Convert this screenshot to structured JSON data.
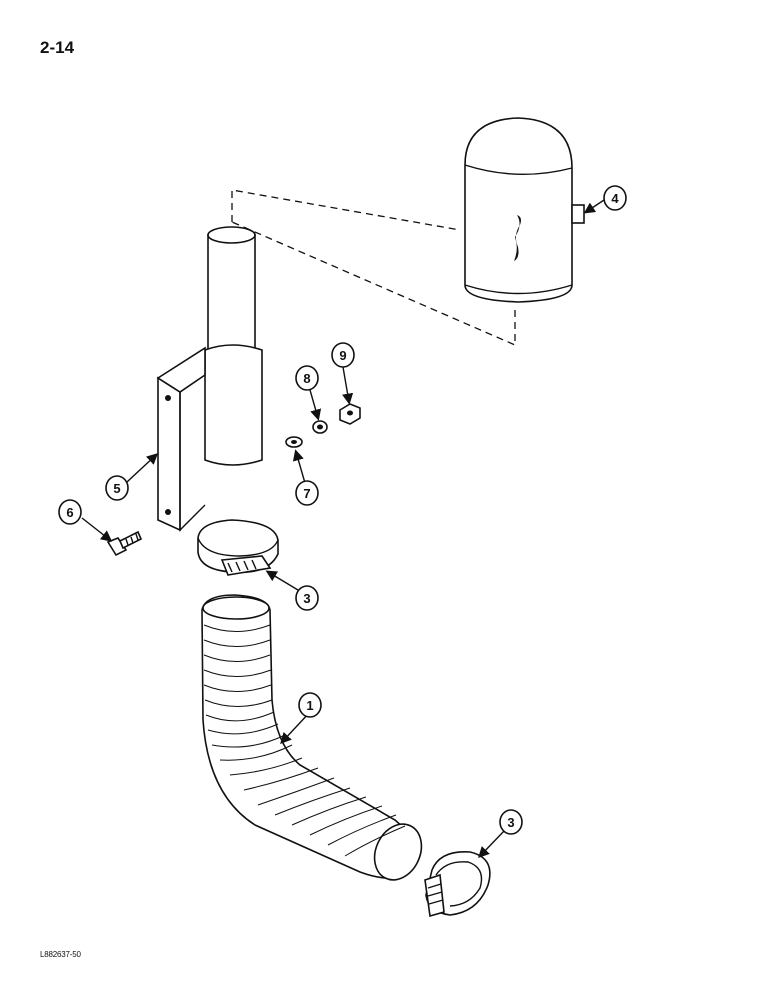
{
  "page": {
    "number": "2-14",
    "drawing_code": "L882637-50"
  },
  "callouts": [
    {
      "id": "callout-1",
      "label": "1"
    },
    {
      "id": "callout-3a",
      "label": "3"
    },
    {
      "id": "callout-3b",
      "label": "3"
    },
    {
      "id": "callout-4",
      "label": "4"
    },
    {
      "id": "callout-5",
      "label": "5"
    },
    {
      "id": "callout-6",
      "label": "6"
    },
    {
      "id": "callout-7",
      "label": "7"
    },
    {
      "id": "callout-8",
      "label": "8"
    },
    {
      "id": "callout-9",
      "label": "9"
    }
  ]
}
